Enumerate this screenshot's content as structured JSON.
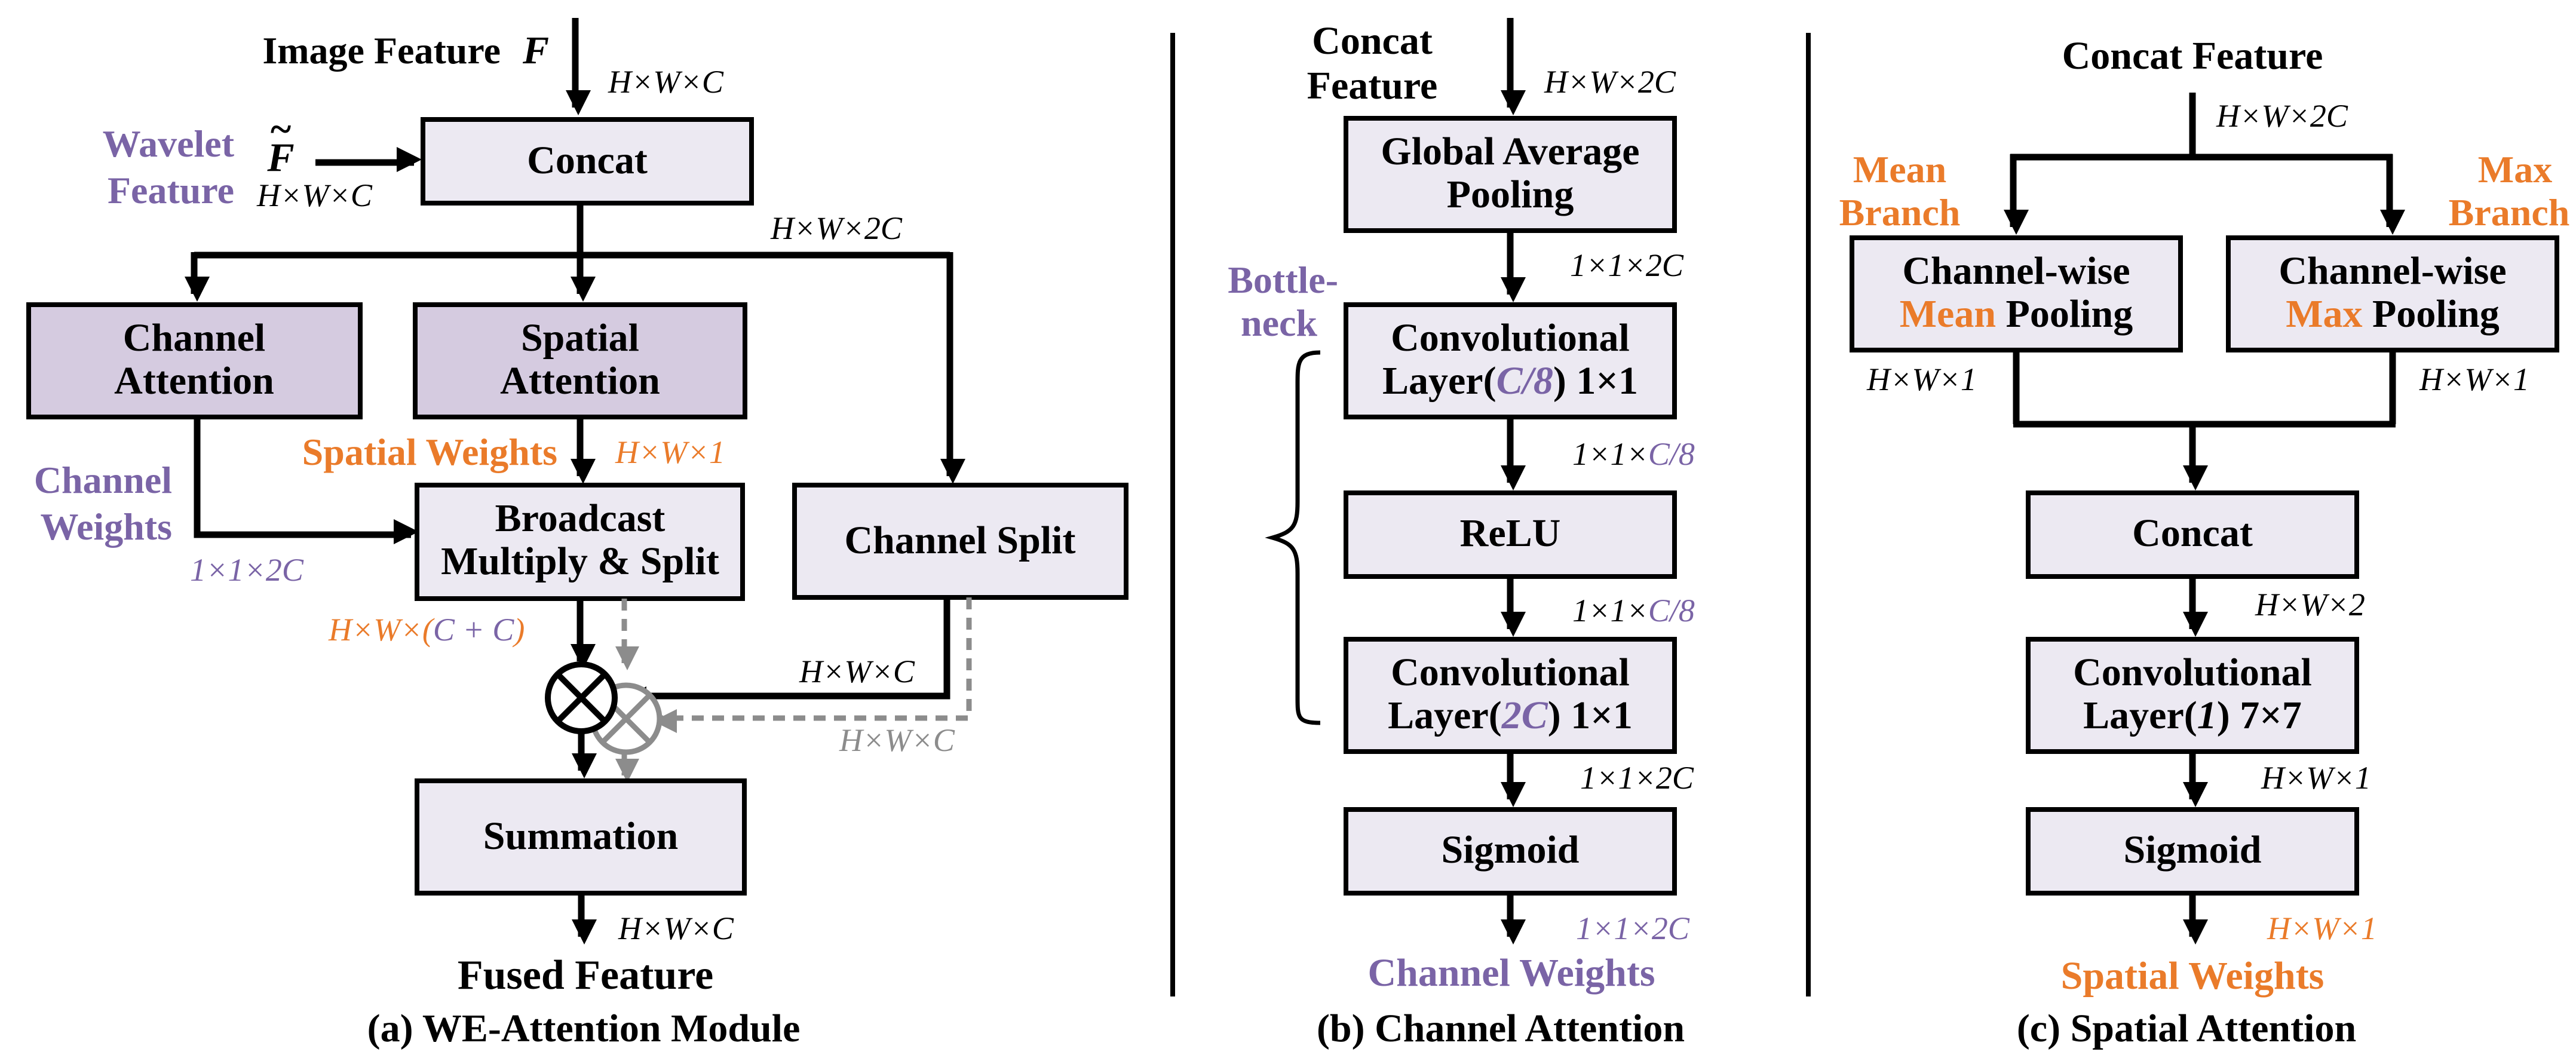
{
  "colors": {
    "box_fill": "#ece9f2",
    "attention_fill": "#d5cbe0",
    "purple": "#7a64a6",
    "orange": "#ea7b2a",
    "gray": "#8c8c8c",
    "ink": "#000000"
  },
  "panel_a": {
    "input_label": "Image Feature",
    "input_symbol": "F",
    "wavelet_label_1": "Wavelet",
    "wavelet_label_2": "Feature",
    "wavelet_symbol": "F",
    "wavelet_tilde": "~",
    "dim_input": "H×W×C",
    "dim_wavelet": "H×W×C",
    "concat": "Concat",
    "dim_concat": "H×W×2C",
    "channel_attention_1": "Channel",
    "channel_attention_2": "Attention",
    "spatial_attention_1": "Spatial",
    "spatial_attention_2": "Attention",
    "spatial_weights": "Spatial Weights",
    "dim_spatial_weights": "H×W×1",
    "channel_weights_1": "Channel",
    "channel_weights_2": "Weights",
    "dim_channel_weights": "1×1×2C",
    "broadcast_1": "Broadcast",
    "broadcast_2": "Multiply & Split",
    "channel_split": "Channel Split",
    "dim_split_prefix": "H×W×(",
    "dim_split_inner": "C + C",
    "dim_split_suffix": ")",
    "dim_split_right": "H×W×C",
    "dim_split_right_gray": "H×W×C",
    "summation": "Summation",
    "dim_output": "H×W×C",
    "output_label": "Fused Feature",
    "caption": "(a) WE-Attention Module"
  },
  "panel_b": {
    "input_label_1": "Concat",
    "input_label_2": "Feature",
    "dim_input": "H×W×2C",
    "gap_1": "Global Average",
    "gap_2": "Pooling",
    "dim_gap": "1×1×2C",
    "bottleneck_1": "Bottle-",
    "bottleneck_2": "neck",
    "conv1_line1": "Convolutional",
    "conv1_prefix": "Layer(",
    "conv1_param": "C/8",
    "conv1_suffix": ") 1×1",
    "dim_conv1_prefix": "1×1×",
    "dim_conv1_accent": "C/8",
    "relu": "ReLU",
    "dim_relu_prefix": "1×1×",
    "dim_relu_accent": "C/8",
    "conv2_line1": "Convolutional",
    "conv2_prefix": "Layer(",
    "conv2_param": "2C",
    "conv2_suffix": ") 1×1",
    "dim_conv2": "1×1×2C",
    "sigmoid": "Sigmoid",
    "dim_output": "1×1×2C",
    "output_label": "Channel Weights",
    "caption": "(b) Channel Attention"
  },
  "panel_c": {
    "input_label": "Concat Feature",
    "dim_input": "H×W×2C",
    "mean_branch_1": "Mean",
    "mean_branch_2": "Branch",
    "max_branch_1": "Max",
    "max_branch_2": "Branch",
    "mean_pool_line1": "Channel-wise",
    "mean_pool_accent": "Mean",
    "mean_pool_suffix": " Pooling",
    "max_pool_line1": "Channel-wise",
    "max_pool_accent": "Max",
    "max_pool_suffix": " Pooling",
    "dim_mean": "H×W×1",
    "dim_max": "H×W×1",
    "concat": "Concat",
    "dim_concat": "H×W×2",
    "conv_line1": "Convolutional",
    "conv_prefix": "Layer(",
    "conv_param": "1",
    "conv_suffix": ") 7×7",
    "dim_conv": "H×W×1",
    "sigmoid": "Sigmoid",
    "dim_output": "H×W×1",
    "output_label": "Spatial Weights",
    "caption": "(c) Spatial Attention"
  }
}
